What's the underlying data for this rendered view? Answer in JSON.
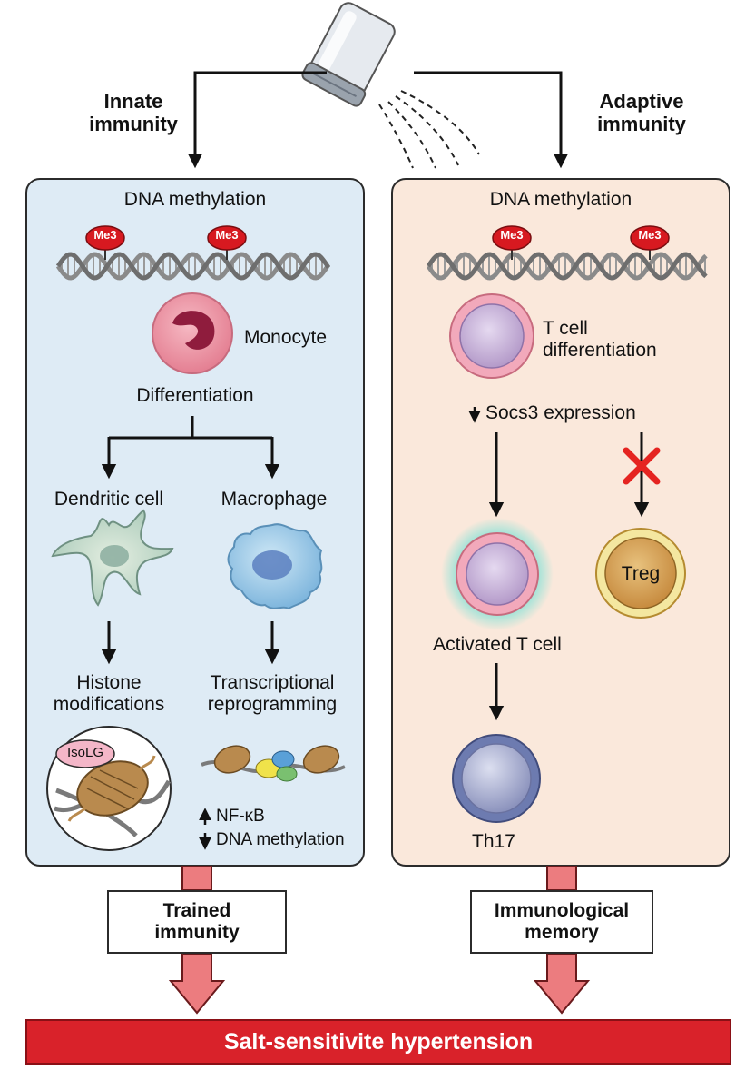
{
  "top": {
    "innate_label": "Innate\nimmunity",
    "adaptive_label": "Adaptive\nimmunity"
  },
  "innate": {
    "header": "DNA methylation",
    "me_tag": "Me3",
    "monocyte": "Monocyte",
    "differentiation": "Differentiation",
    "dendritic_cell": "Dendritic cell",
    "macrophage": "Macrophage",
    "histone": "Histone\nmodifications",
    "transcriptional": "Transcriptional\nreprogramming",
    "isolg": "IsoLG",
    "nfkb": "NF-κB",
    "dna_methylation_down": "DNA methylation"
  },
  "adaptive": {
    "header": "DNA methylation",
    "me_tag": "Me3",
    "t_cell_diff": "T cell\ndifferentiation",
    "socs3": "Socs3 expression",
    "activated": "Activated T cell",
    "treg": "Treg",
    "th17": "Th17"
  },
  "outputs": {
    "trained": "Trained\nimmunity",
    "memory": "Immunological\nmemory"
  },
  "footer": "Salt-sensitivite hypertension",
  "colors": {
    "innate_bg": "#deebf5",
    "adaptive_bg": "#fae8db",
    "footer_red": "#d9222a",
    "me_red": "#d71920",
    "block_red": "#e52421",
    "fat_arrow": "#ec7c7f"
  },
  "icons": [
    "salt-shaker-icon",
    "dna-helix-icon",
    "nucleosome-icon",
    "x-mark-icon"
  ]
}
